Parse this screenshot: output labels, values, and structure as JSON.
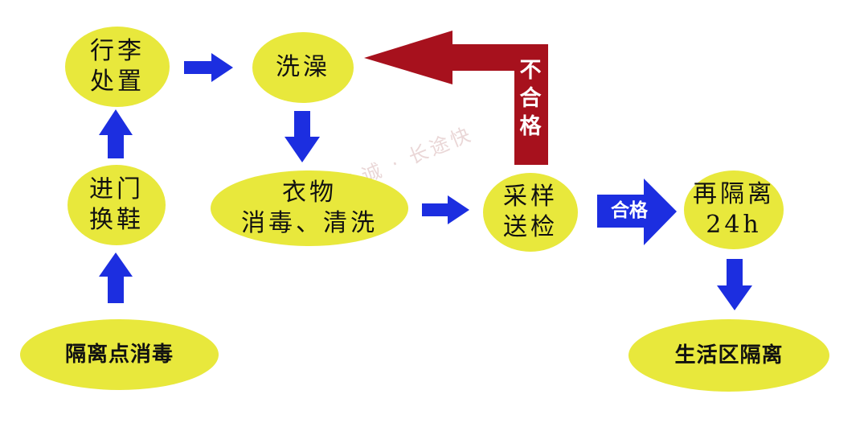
{
  "nodes": {
    "luggage": "行李\n处置",
    "shower": "洗澡",
    "entry": "进门\n换鞋",
    "clothes": "衣物\n消毒、清洗",
    "sampling": "采样\n送检",
    "requarantine": "再隔离\n24h",
    "site_disinfect": "隔离点消毒",
    "living_area": "生活区隔离"
  },
  "edge_labels": {
    "fail": "不\n合\n格",
    "pass": "合格"
  },
  "watermark": "永诚 · 长途快",
  "colors": {
    "node_fill": "#e8e83c",
    "arrow_blue": "#1c2ee0",
    "arrow_red": "#a7111d"
  }
}
